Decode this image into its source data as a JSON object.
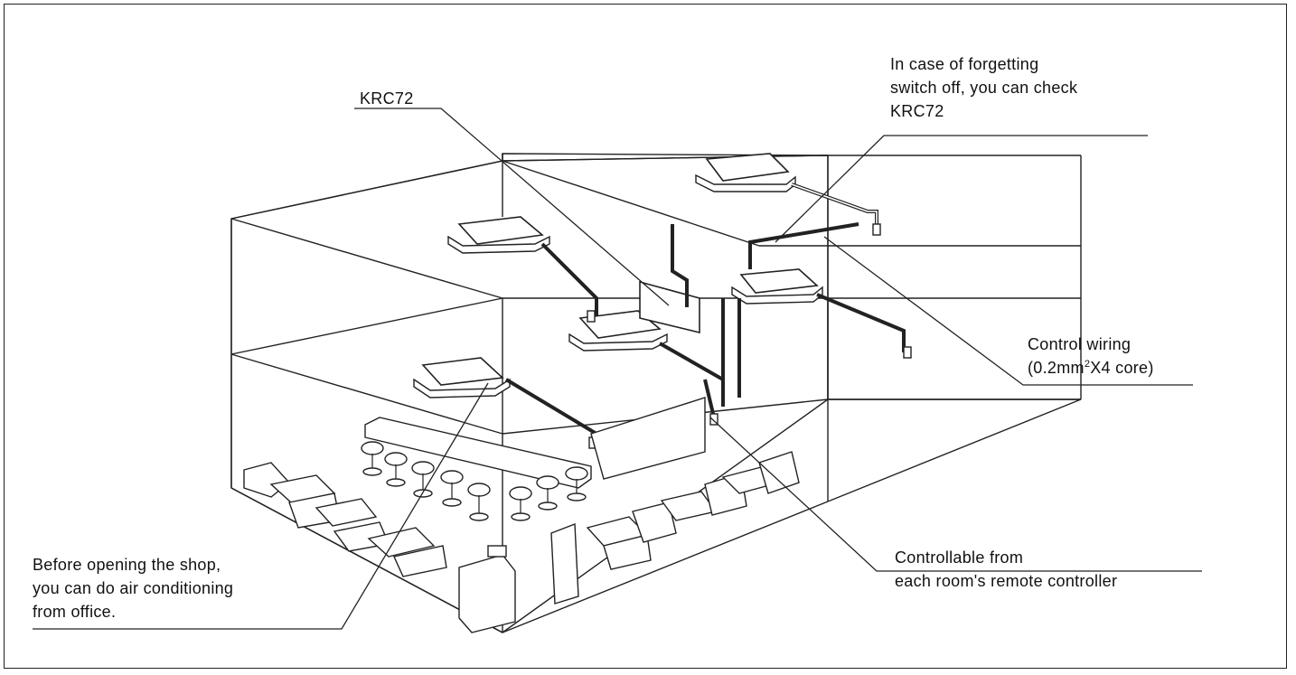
{
  "labels": {
    "krc72": "KRC72",
    "forgetting": [
      "In case of forgetting",
      "switch off, you can check",
      "KRC72"
    ],
    "control_wiring": [
      "Control wiring",
      "(0.2mm",
      "2",
      "X4  core)"
    ],
    "remote": [
      "Controllable from",
      "each room's remote controller"
    ],
    "shop": [
      "Before opening the shop,",
      "you can do air conditioning",
      "from office."
    ]
  }
}
